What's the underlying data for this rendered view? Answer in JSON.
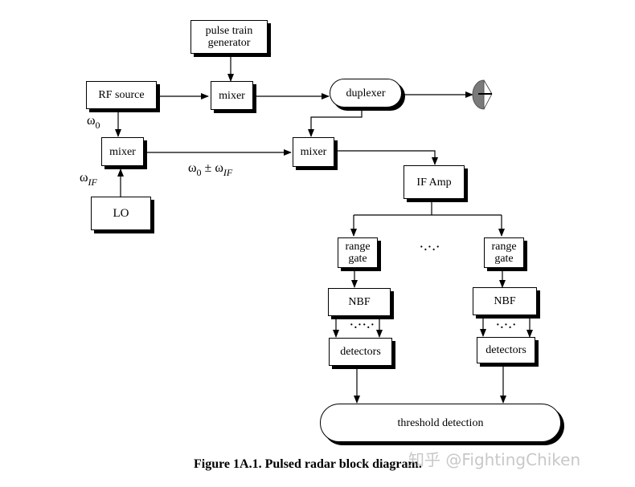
{
  "diagram": {
    "blocks": {
      "pulse_train_generator": "pulse train generator",
      "rf_source": "RF source",
      "mixer_tx": "mixer",
      "duplexer": "duplexer",
      "mixer_lo": "mixer",
      "mixer_rx": "mixer",
      "lo": "LO",
      "if_amp": "IF Amp",
      "range_gate_1": "range gate",
      "range_gate_n": "range gate",
      "nbf_1": "NBF",
      "nbf_n": "NBF",
      "detectors_1": "detectors",
      "detectors_n": "detectors",
      "threshold_detection": "threshold detection"
    },
    "labels": {
      "omega": "ω",
      "omega0_sub": "0",
      "omegaIF_sub": "IF",
      "plus_minus": " ± ",
      "range_gate_dots": "·.·.·",
      "nbf1_dots": "·.··.·",
      "nbfn_dots": "·.·.·"
    },
    "icons": {
      "antenna": "dish-antenna-icon"
    }
  },
  "caption": "Figure 1A.1. Pulsed radar block diagram.",
  "watermark": "知乎 @FightingChiken"
}
